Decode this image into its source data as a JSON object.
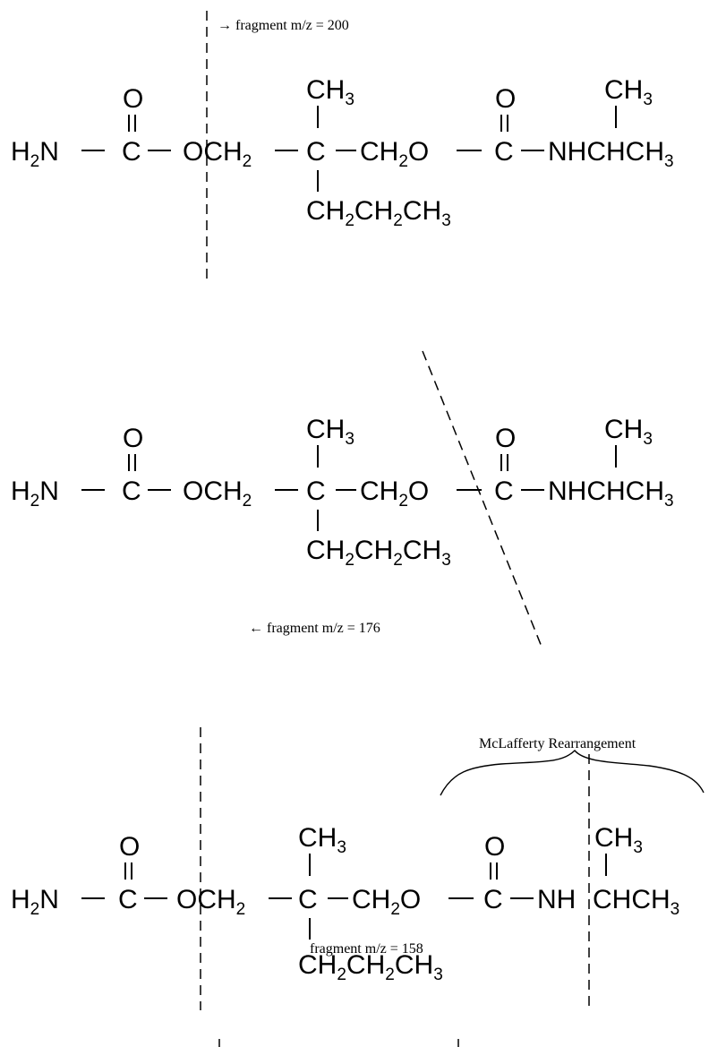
{
  "atoms": {
    "h2n_h": "H",
    "h2n_n": "N",
    "sub2": "2",
    "sub3": "3",
    "o": "O",
    "c": "C",
    "och2": "OCH",
    "ch": "CH",
    "ch2o_o": "O",
    "nhchch": "NHCHCH",
    "nh": "NH",
    "chch": "CHCH"
  },
  "annotations": {
    "fragment_200": "→ fragment m/z = 200",
    "fragment_176": "← fragment m/z = 176",
    "fragment_158": "fragment m/z = 158",
    "mclafferty": "McLafferty Rearrangement"
  },
  "colors": {
    "ink": "#000000",
    "background": "#ffffff"
  }
}
